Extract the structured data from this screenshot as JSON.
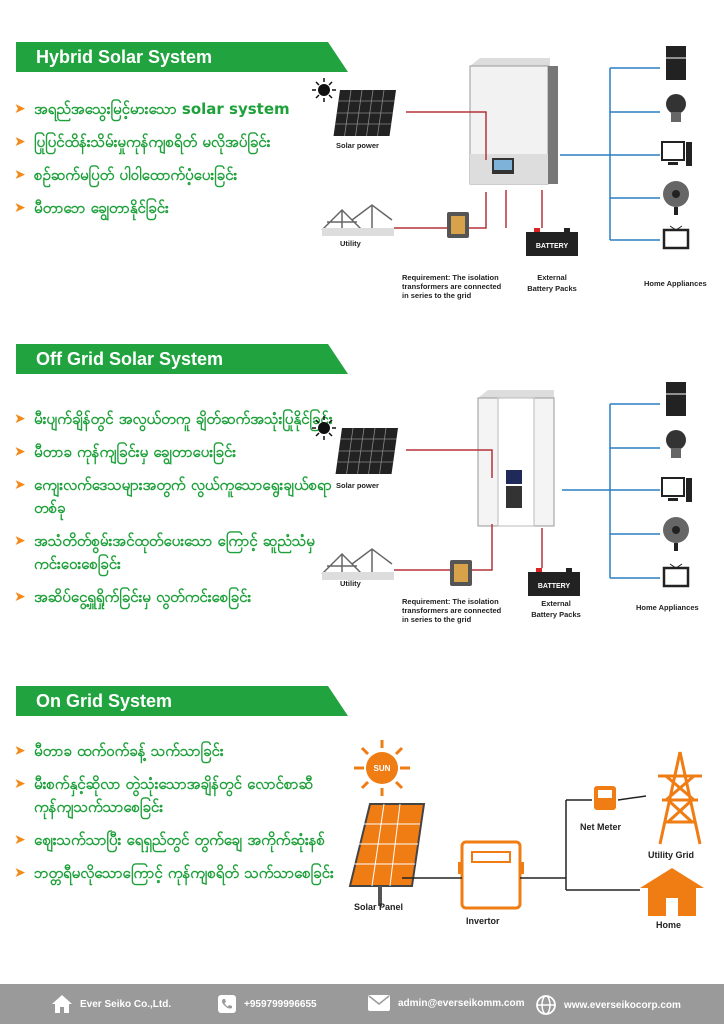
{
  "sections": {
    "hybrid": {
      "title": "Hybrid Solar System",
      "bullets": [
        "အရည်အသွေးမြင့်မားသော solar system",
        "ပြုပြင်ထိန်းသိမ်းမှုကုန်ကျစရိတ် မလိုအပ်ခြင်း",
        "စဉ်ဆက်မပြတ် ပါဝါထောက်ပံ့ပေးခြင်း",
        "မီတာဘေ ချွေတာနိုင်ခြင်း"
      ],
      "diagram": {
        "solar_label": "Solar power",
        "utility_label": "Utility",
        "requirement_label": "Requirement: The isolation transformers are connected in series to the grid",
        "battery_label": "External Battery Packs",
        "battery_text": "BATTERY",
        "appliances_label": "Home Appliances"
      }
    },
    "offgrid": {
      "title": "Off Grid Solar System",
      "bullets": [
        "မီးပျက်ချိန်တွင် အလွယ်တကူ ချိတ်ဆက်အသုံးပြုနိုင်ခြင်း",
        "မီတာခ ကုန်ကျခြင်းမှ ချွေတာပေးခြင်း",
        "ကျေးလက်ဒေသများအတွက် လွယ်ကူသောရွေးချယ်စရာတစ်ခု",
        "အသံတိတ်စွမ်းအင်ထုတ်ပေးသော ကြောင့် ဆူညံသံမှ ကင်းဝေးစေခြင်း",
        "အဆိပ်ငွေ့ရှူရှိုက်ခြင်းမှ လွတ်ကင်းစေခြင်း"
      ],
      "diagram": {
        "solar_label": "Solar power",
        "utility_label": "Utility",
        "requirement_label": "Requirement: The isolation transformers are connected in series to the grid",
        "battery_label": "External Battery Packs",
        "battery_text": "BATTERY",
        "appliances_label": "Home Appliances"
      }
    },
    "ongrid": {
      "title": "On Grid System",
      "bullets": [
        "မီတာခ ထက်ဝက်ခန့် သက်သာခြင်း",
        "မီးစက်နှင့်ဆိုလာ တွဲသုံးသောအချိန်တွင် လောင်စာဆီ ကုန်ကျသက်သာစေခြင်း",
        "ဈေးသက်သာပြီး ရေရှည်တွင် တွက်ချေ အကိုက်ဆုံးနစ်",
        "ဘတ္တရီမလိုသောကြောင့် ကုန်ကျစရိတ် သက်သာစေခြင်း"
      ],
      "diagram": {
        "sun_text": "SUN",
        "panel_label": "Solar Panel",
        "inverter_label": "Invertor",
        "meter_label": "Net Meter",
        "grid_label": "Utility Grid",
        "home_label": "Home"
      }
    }
  },
  "footer": {
    "company": "Ever Seiko Co.,Ltd.",
    "phone": "+959799996655",
    "email": "admin@everseikomm.com",
    "website": "www.everseikocorp.com"
  },
  "colors": {
    "banner_green": "#21a33f",
    "bullet_orange": "#f28a1a",
    "text_green": "#1ea03a",
    "wire_red": "#b5323a",
    "wire_blue": "#2a7fc4",
    "ongrid_orange": "#f07c14",
    "footer_grey": "#9a9a9a"
  }
}
